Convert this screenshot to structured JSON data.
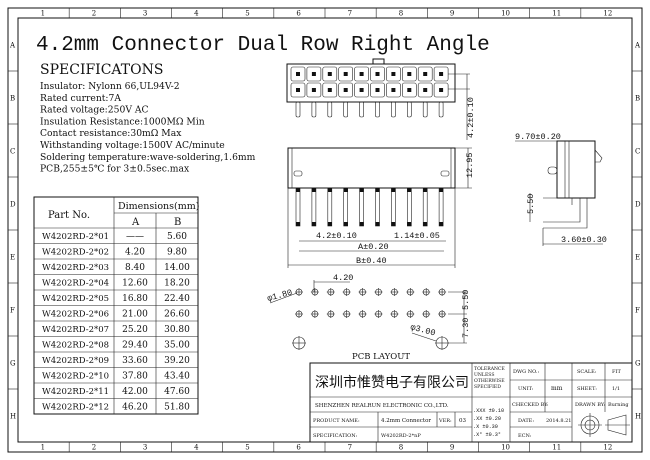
{
  "title": "4.2mm Connector Dual Row Right Angle",
  "frame": {
    "columns": [
      "1",
      "2",
      "3",
      "4",
      "5",
      "6",
      "7",
      "8",
      "9",
      "10",
      "11",
      "12"
    ],
    "rows": [
      "A",
      "B",
      "C",
      "D",
      "E",
      "F",
      "G",
      "H"
    ]
  },
  "specs": {
    "heading": "SPECIFICATONS",
    "lines": [
      "Insulator: Nylonn 66,UL94V-2",
      "Rated current:7A",
      "Rated voltage:250V AC",
      "Insulation Resistance:1000MΩ Min",
      "Contact resistance:30mΩ Max",
      "Withstanding voltage:1500V AC/minute",
      "Soldering temperature:wave-soldering,1.6mm",
      "PCB,255±5℃ for 3±0.5sec.max"
    ]
  },
  "table": {
    "part_header": "Part No.",
    "dim_header": "Dimensions(mm)",
    "col_a": "A",
    "col_b": "B",
    "rows": [
      {
        "part": "W4202RD-2*01",
        "a": "——",
        "b": "5.60"
      },
      {
        "part": "W4202RD-2*02",
        "a": "4.20",
        "b": "9.80"
      },
      {
        "part": "W4202RD-2*03",
        "a": "8.40",
        "b": "14.00"
      },
      {
        "part": "W4202RD-2*04",
        "a": "12.60",
        "b": "18.20"
      },
      {
        "part": "W4202RD-2*05",
        "a": "16.80",
        "b": "22.40"
      },
      {
        "part": "W4202RD-2*06",
        "a": "21.00",
        "b": "26.60"
      },
      {
        "part": "W4202RD-2*07",
        "a": "25.20",
        "b": "30.80"
      },
      {
        "part": "W4202RD-2*08",
        "a": "29.40",
        "b": "35.00"
      },
      {
        "part": "W4202RD-2*09",
        "a": "33.60",
        "b": "39.20"
      },
      {
        "part": "W4202RD-2*10",
        "a": "37.80",
        "b": "43.40"
      },
      {
        "part": "W4202RD-2*11",
        "a": "42.00",
        "b": "47.60"
      },
      {
        "part": "W4202RD-2*12",
        "a": "46.20",
        "b": "51.80"
      }
    ]
  },
  "dims": {
    "front_height": "4.2±0.10",
    "body_height": "12.95",
    "pitch": "4.2±0.10",
    "pin_width": "1.14±0.05",
    "dim_a": "A±0.20",
    "dim_b": "B±0.40",
    "side_depth": "9.70±0.20",
    "side_pin_gap": "5.50",
    "side_offset": "3.60±0.30",
    "pcb_pitch": "4.20",
    "pcb_hole": "φ1.80",
    "pcb_row": "5.50",
    "pcb_peg_offset": "7.30",
    "pcb_peg": "φ3.00",
    "pcb_label": "PCB LAYOUT"
  },
  "title_block": {
    "company_cn": "深圳市惟赞电子有限公司",
    "company_en": "SHENZHEN REALRUN ELECTRONIC CO.,LTD.",
    "tolerance_label": [
      "TOLERANCE",
      "UNLESS",
      "OTHERWISE",
      "SPECIFIED"
    ],
    "tolerances": [
      ".XXX ±0.10",
      ".XX  ±0.20",
      ".X   ±0.30",
      ".X°  ±0.3°"
    ],
    "dwg_no_label": "DWG NO.:",
    "dwg_no": "",
    "unit_label": "UNIT:",
    "unit": "mm",
    "scale_label": "SCALE:",
    "scale": "FIT",
    "sheet_label": "SHEET:",
    "sheet": "1/1",
    "checked_label": "CHECKED BY:",
    "checked": "",
    "drawn_label": "DRAWN BY:",
    "drawn": "Burning",
    "date_label": "DATE:",
    "date": "2014.8.21",
    "ecn_label": "ECN:",
    "ecn": "",
    "product_label": "PRODUCT NAME:",
    "product": "4.2mm Connector",
    "ver_label": "VER:",
    "ver": "03",
    "spec_label": "SPECIFICATION:",
    "spec": "W4202RD-2*nP"
  }
}
